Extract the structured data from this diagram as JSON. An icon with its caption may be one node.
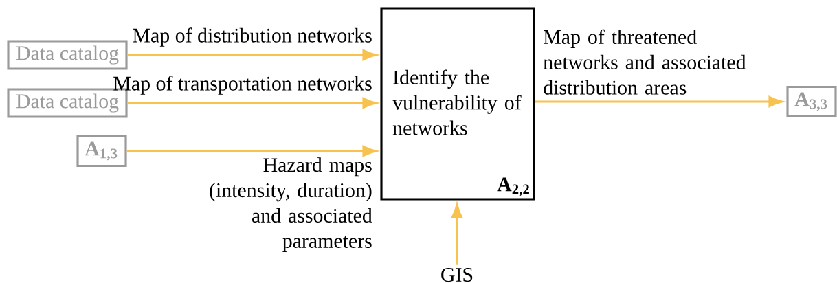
{
  "diagram": {
    "nodes": [
      {
        "text": [
          "Data catalog"
        ]
      },
      {
        "text": [
          "Data catalog"
        ]
      },
      {
        "text": [
          "A$_{1,3}$"
        ]
      },
      {
        "text": [
          "Identify the vulnerability of networks",
          "A$_{2,2}$"
        ]
      },
      {
        "text": [
          "A$_{3,3}$"
        ]
      },
      {
        "text": [
          "GIS"
        ]
      }
    ],
    "edges": [
      {
        "from": 0,
        "to": 3,
        "arrow": "to",
        "label": "Map of distribution networks"
      },
      {
        "from": 1,
        "to": 3,
        "arrow": "to",
        "label": "Map of transportation networks"
      },
      {
        "from": 2,
        "to": 3,
        "arrow": "to",
        "label": "Hazard maps (intensity, duration) and associated parameters"
      },
      {
        "from": 3,
        "to": 4,
        "arrow": "to",
        "label": "Map of threatened networks and associated distribution areas"
      },
      {
        "from": 5,
        "to": 3,
        "arrow": "to"
      }
    ]
  }
}
